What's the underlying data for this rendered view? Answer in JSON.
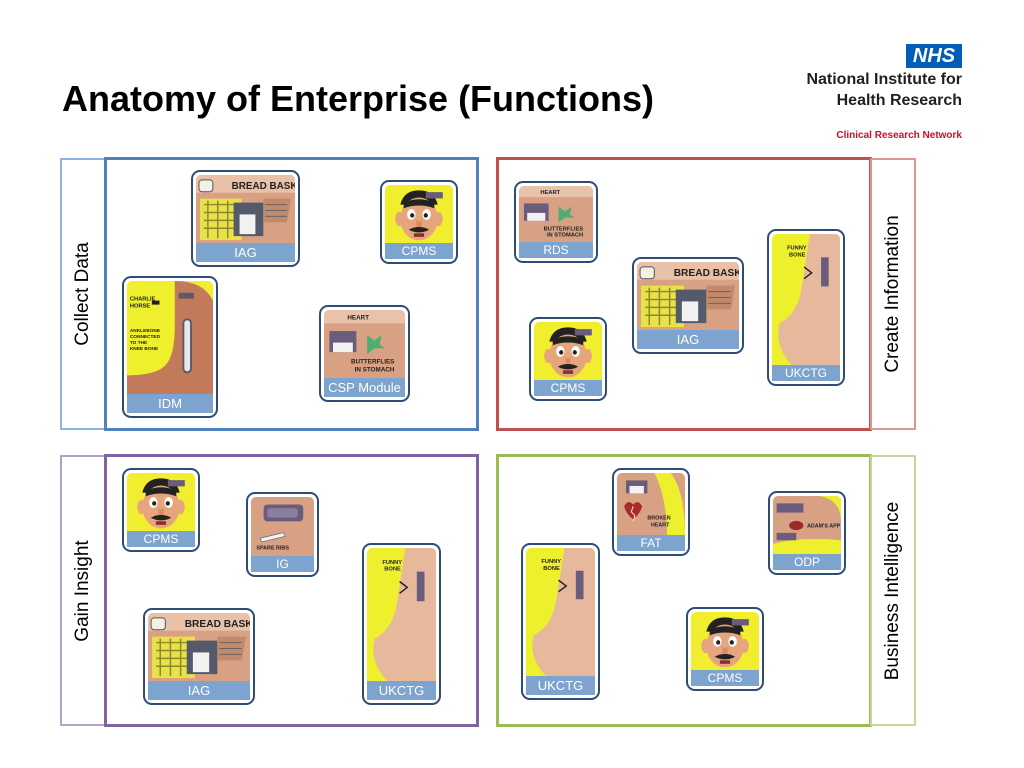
{
  "title": "Anatomy of Enterprise (Functions)",
  "logo": {
    "badge": "NHS",
    "line1": "National Institute for",
    "line2": "Health Research",
    "line3": "Clinical Research Network"
  },
  "colors": {
    "blue": "#4f81bd",
    "light_blue": "#8db3e2",
    "red": "#c0504d",
    "light_red": "#d99694",
    "purple": "#8064a2",
    "light_purple": "#b3a2c7",
    "green": "#9bbb59",
    "light_green": "#c3d69b",
    "caption": "#7da3cf",
    "tile_border": "#2f4d74"
  },
  "quadrants": {
    "collect": {
      "label": "Collect Data",
      "tiles": {
        "iag": "IAG",
        "cpms": "CPMS",
        "idm": "IDM",
        "csp": "CSP Module"
      }
    },
    "create": {
      "label": "Create Information",
      "tiles": {
        "rds": "RDS",
        "iag": "IAG",
        "cpms": "CPMS",
        "ukctg": "UKCTG"
      }
    },
    "gain": {
      "label": "Gain Insight",
      "tiles": {
        "cpms": "CPMS",
        "ig": "IG",
        "iag": "IAG",
        "ukctg": "UKCTG"
      }
    },
    "bi": {
      "label": "Business Intelligence",
      "tiles": {
        "fat": "FAT",
        "odp": "ODP",
        "ukctg": "UKCTG",
        "cpms": "CPMS"
      }
    }
  },
  "icons": [
    "bread-basket-icon",
    "face-icon",
    "leg-bone-icon",
    "butterflies-icon",
    "funny-bone-arm-icon",
    "spare-ribs-icon",
    "broken-heart-icon",
    "adams-apple-icon"
  ]
}
